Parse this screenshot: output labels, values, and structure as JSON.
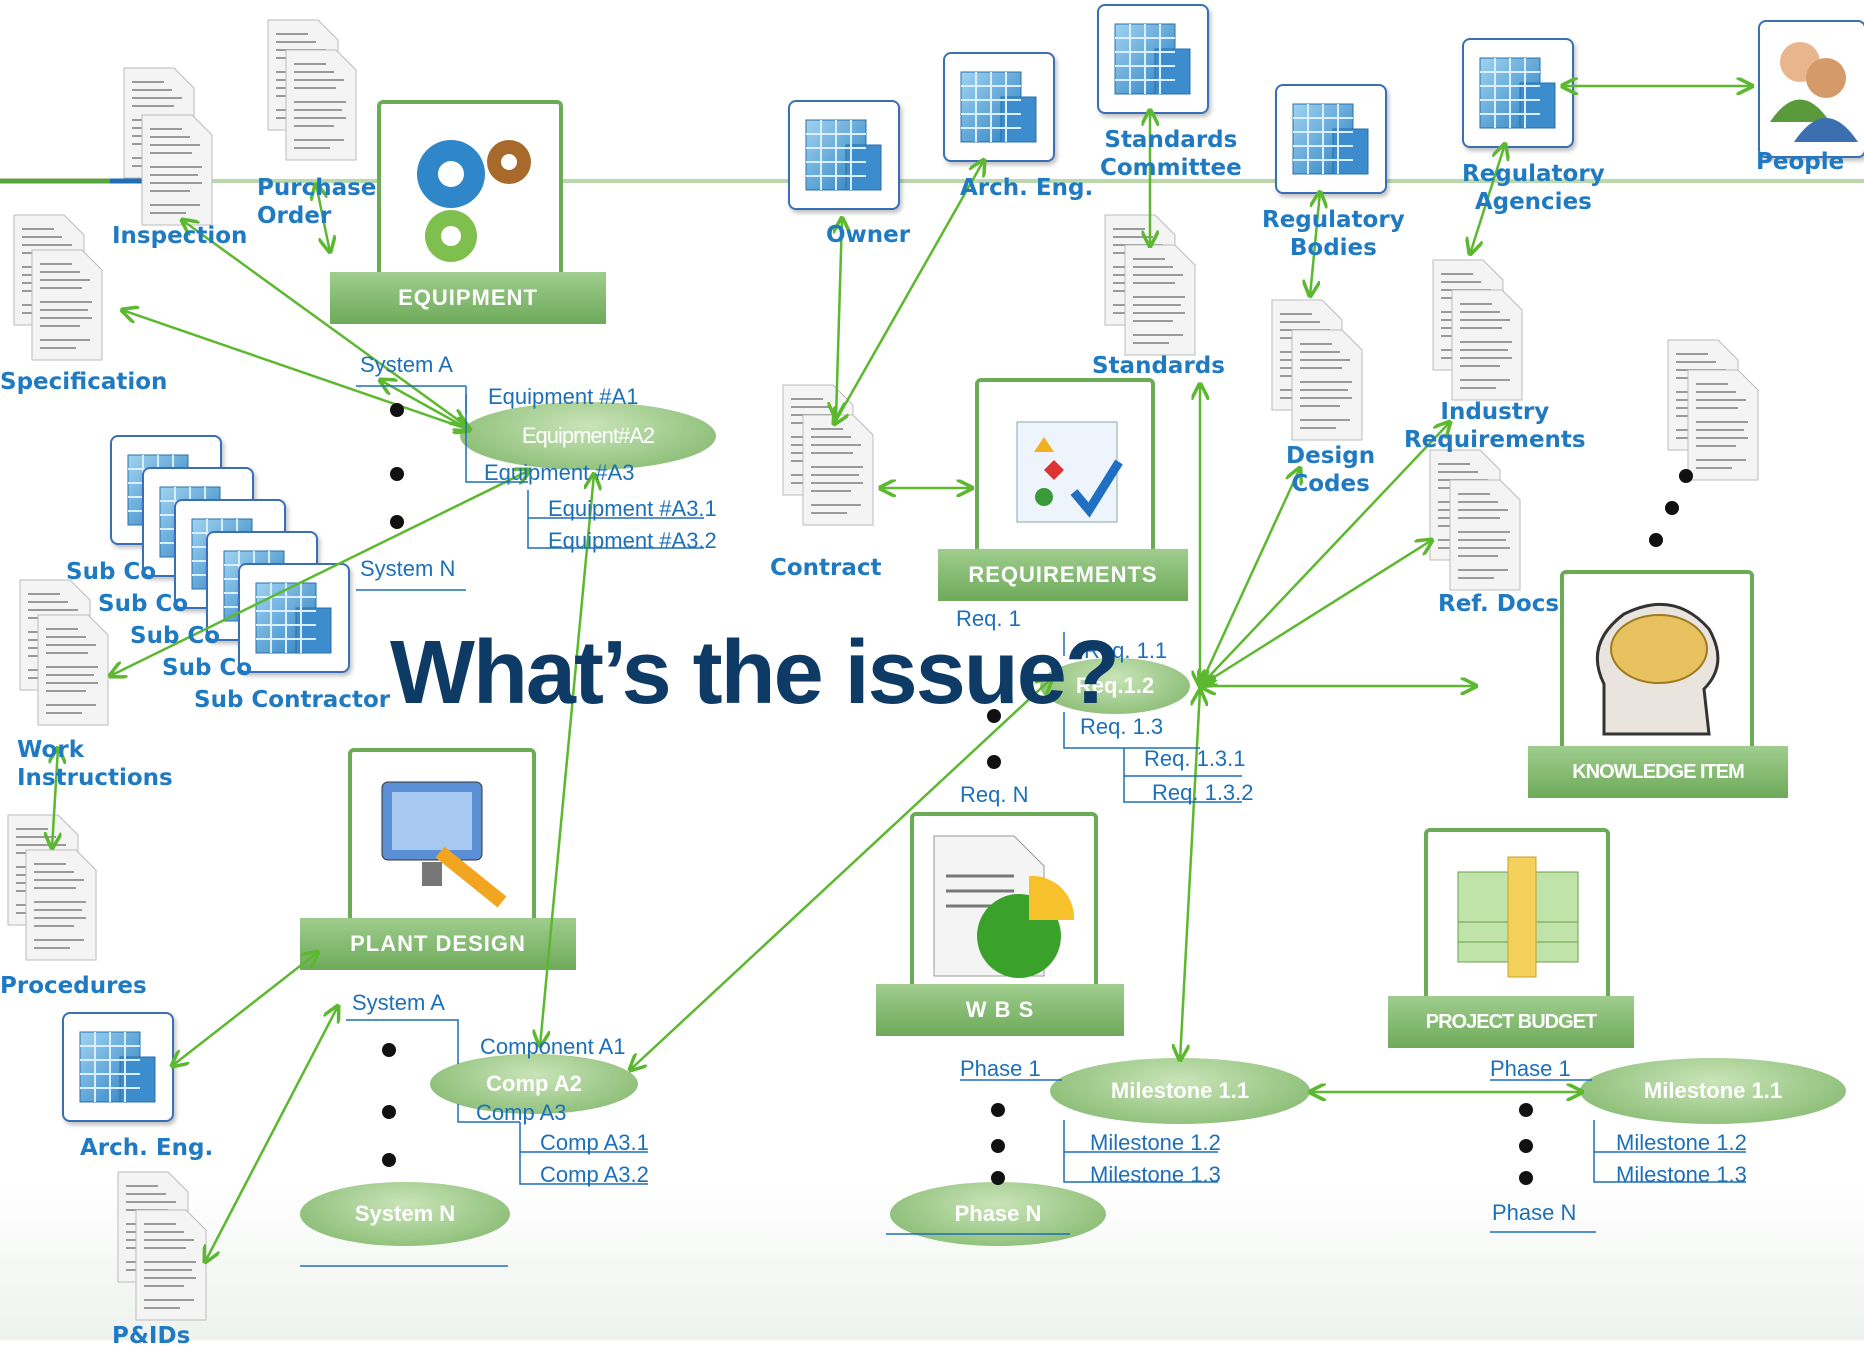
{
  "title": "What’s the issue?",
  "modules": {
    "equipment": "EQUIPMENT",
    "requirements": "REQUIREMENTS",
    "plant_design": "PLANT DESIGN",
    "wbs": "W B S",
    "project_budget": "PROJECT BUDGET",
    "knowledge_item": "KNOWLEDGE ITEM"
  },
  "labels": {
    "purchase_order": [
      "Purchase",
      "Order"
    ],
    "inspection": "Inspection",
    "specification": "Specification",
    "owner": "Owner",
    "arch_eng_top": "Arch. Eng.",
    "standards_committee": [
      "Standards",
      "Committee"
    ],
    "regulatory_bodies": [
      "Regulatory",
      "Bodies"
    ],
    "regulatory_agencies": [
      "Regulatory",
      "Agencies"
    ],
    "people": "People",
    "standards": "Standards",
    "design_codes": [
      "Design",
      "Codes"
    ],
    "industry_requirements": [
      "Industry",
      "Requirements"
    ],
    "ref_docs": "Ref. Docs",
    "contract": "Contract",
    "sub_contractor": "Sub Contractor",
    "sub_contractor_partial": "Sub Co",
    "work_instructions": [
      "Work",
      "Instructions"
    ],
    "procedures": "Procedures",
    "arch_eng_bottom": "Arch. Eng.",
    "pids": "P&IDs"
  },
  "equipment_tree": {
    "system_a": "System  A",
    "equipment_a1": "Equipment #A1",
    "equipment_a2": "Equipment#A2",
    "equipment_a3": "Equipment #A3",
    "equipment_a31": "Equipment #A3.1",
    "equipment_a32": "Equipment #A3.2",
    "system_n": "System N"
  },
  "requirements_tree": {
    "req1": "Req. 1",
    "req11": "Req. 1.1",
    "req12": "Req.1.2",
    "req13": "Req. 1.3",
    "req131": "Req. 1.3.1",
    "req132": "Req. 1.3.2",
    "reqn": "Req. N"
  },
  "design_tree": {
    "system_a": "System  A",
    "component_a1": "Component A1",
    "comp_a2": "Comp  A2",
    "comp_a3": "Comp A3",
    "comp_a31": "Comp A3.1",
    "comp_a32": "Comp A3.2",
    "system_n": "System N"
  },
  "wbs_tree": {
    "phase1": "Phase 1",
    "milestone11": "Milestone 1.1",
    "milestone12": "Milestone 1.2",
    "milestone13": "Milestone 1.3",
    "phasen": "Phase N"
  },
  "budget_tree": {
    "phase1": "Phase 1",
    "milestone11": "Milestone 1.1",
    "milestone12": "Milestone 1.2",
    "milestone13": "Milestone 1.3",
    "phasen": "Phase N"
  },
  "colors": {
    "link": "#5cb82e",
    "label": "#1f7ac2",
    "title": "#0d3b66",
    "module": "#7cb466"
  }
}
